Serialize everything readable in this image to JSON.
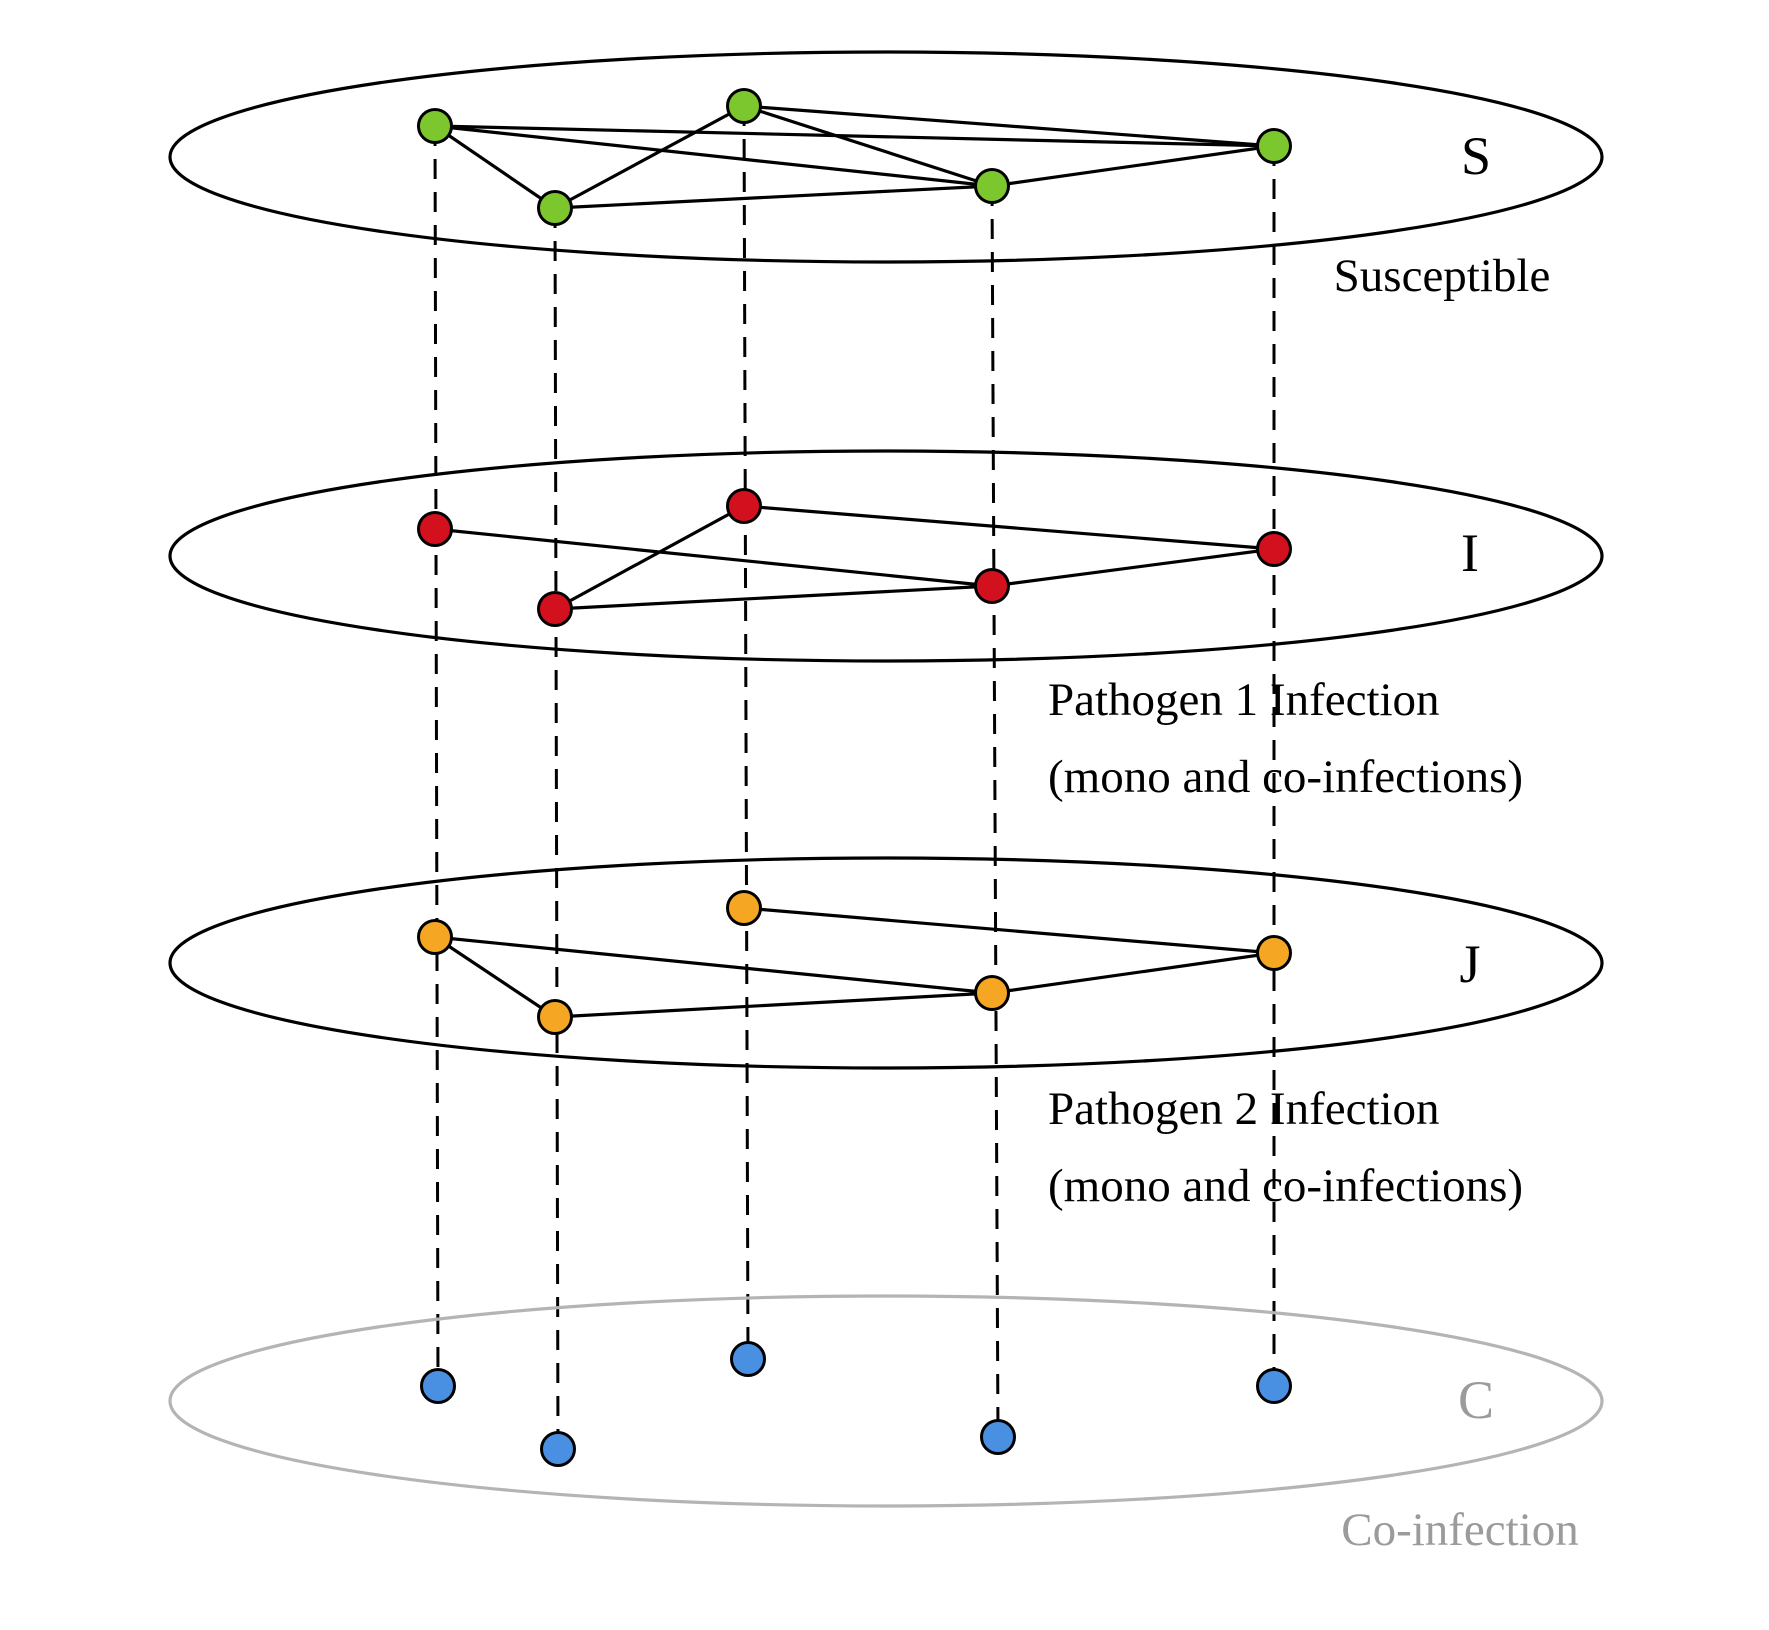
{
  "layers": [
    {
      "id": "s",
      "label": "S",
      "caption": [
        "Susceptible"
      ],
      "node_color": "#7CC62E",
      "ring_color": "#000000",
      "text_color": "#000000",
      "edges": [
        [
          0,
          1
        ],
        [
          0,
          3
        ],
        [
          0,
          4
        ],
        [
          1,
          2
        ],
        [
          1,
          3
        ],
        [
          2,
          3
        ],
        [
          2,
          4
        ],
        [
          3,
          4
        ]
      ]
    },
    {
      "id": "i",
      "label": "I",
      "caption": [
        "Pathogen 1 Infection",
        "(mono and co-infections)"
      ],
      "node_color": "#D2101E",
      "ring_color": "#000000",
      "text_color": "#000000",
      "edges": [
        [
          0,
          3
        ],
        [
          1,
          2
        ],
        [
          1,
          3
        ],
        [
          2,
          4
        ],
        [
          3,
          4
        ]
      ]
    },
    {
      "id": "j",
      "label": "J",
      "caption": [
        "Pathogen 2 Infection",
        "(mono and co-infections)"
      ],
      "node_color": "#F5A623",
      "ring_color": "#000000",
      "text_color": "#000000",
      "edges": [
        [
          0,
          1
        ],
        [
          0,
          3
        ],
        [
          1,
          3
        ],
        [
          2,
          4
        ],
        [
          3,
          4
        ]
      ]
    },
    {
      "id": "c",
      "label": "C",
      "caption": [
        "Co-infection"
      ],
      "node_color": "#4A90E2",
      "ring_color": "#B4B4B4",
      "text_color": "#9B9B9B",
      "edges": []
    }
  ]
}
